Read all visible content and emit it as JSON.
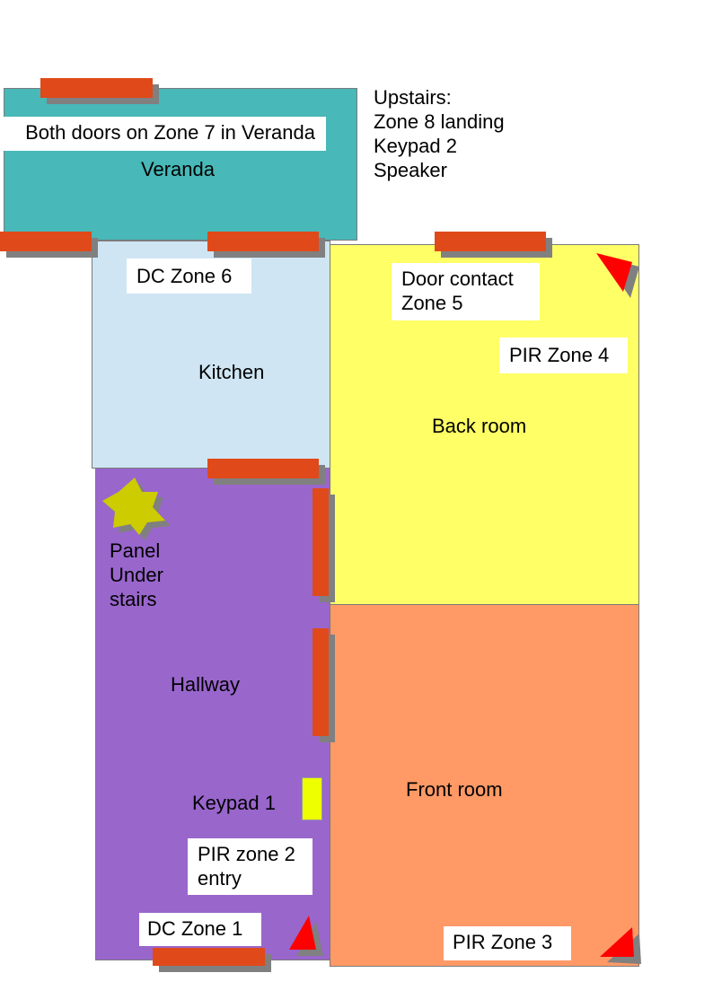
{
  "rooms": {
    "veranda": {
      "label": "Veranda",
      "color": "#48b8b8"
    },
    "kitchen": {
      "label": "Kitchen",
      "color": "#cfe5f3"
    },
    "back_room": {
      "label": "Back room",
      "color": "#ffff66"
    },
    "hallway": {
      "label": "Hallway",
      "color": "#9966cc"
    },
    "front_room": {
      "label": "Front room",
      "color": "#ff9966"
    }
  },
  "notes": {
    "veranda_doors": "Both doors on Zone 7  in Veranda",
    "upstairs": "Upstairs:\nZone 8 landing\nKeypad 2\nSpeaker",
    "dc_zone_6": "DC Zone 6",
    "door_contact_zone_5": "Door contact\nZone 5",
    "pir_zone_4": "PIR Zone 4",
    "panel": "Panel\nUnder\nstairs",
    "keypad_1": "Keypad 1",
    "pir_zone_2": "PIR zone 2\nentry",
    "dc_zone_1": "DC Zone 1",
    "pir_zone_3": "PIR Zone 3"
  },
  "colors": {
    "door": "#e04a1a",
    "door_shadow": "#808080",
    "pir_sensor": "#ff0000",
    "panel_star": "#cccc00",
    "keypad": "#eeff00"
  },
  "icons": {
    "pir": "pir-sensor-triangle-icon",
    "panel": "alarm-panel-star-icon",
    "keypad": "keypad-rectangle-icon"
  }
}
